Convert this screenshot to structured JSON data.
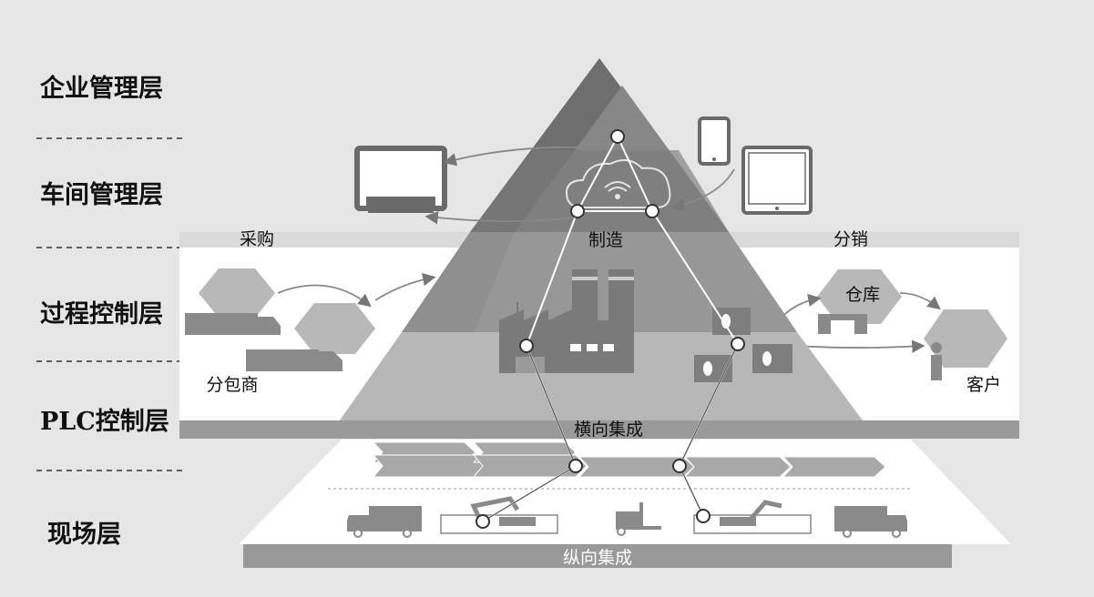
{
  "layers": [
    {
      "label": "企业管理层"
    },
    {
      "label": "车间管理层"
    },
    {
      "label": "过程控制层"
    },
    {
      "label": "PLC控制层"
    },
    {
      "label": "现场层"
    }
  ],
  "sections": {
    "procurement": "采购",
    "manufacturing": "制造",
    "distribution": "分销",
    "subcontractor": "分包商",
    "warehouse": "仓库",
    "customer": "客户",
    "horizontal_integration": "横向集成",
    "vertical_integration": "纵向集成"
  },
  "colors": {
    "background": "#e6e6e6",
    "pyramid_top": "#6e6e6e",
    "pyramid_mid": "#8d8d8d",
    "pyramid_low": "#b4b4b4",
    "band": "#9a9a9a",
    "panel": "#ffffff"
  },
  "icons": [
    "computer-monitor-icon",
    "smartphone-icon",
    "tablet-icon",
    "cloud-wifi-icon",
    "factory-icon",
    "truck-icon",
    "box-icon",
    "person-icon",
    "robot-arm-icon",
    "forklift-icon",
    "antenna-icon"
  ]
}
